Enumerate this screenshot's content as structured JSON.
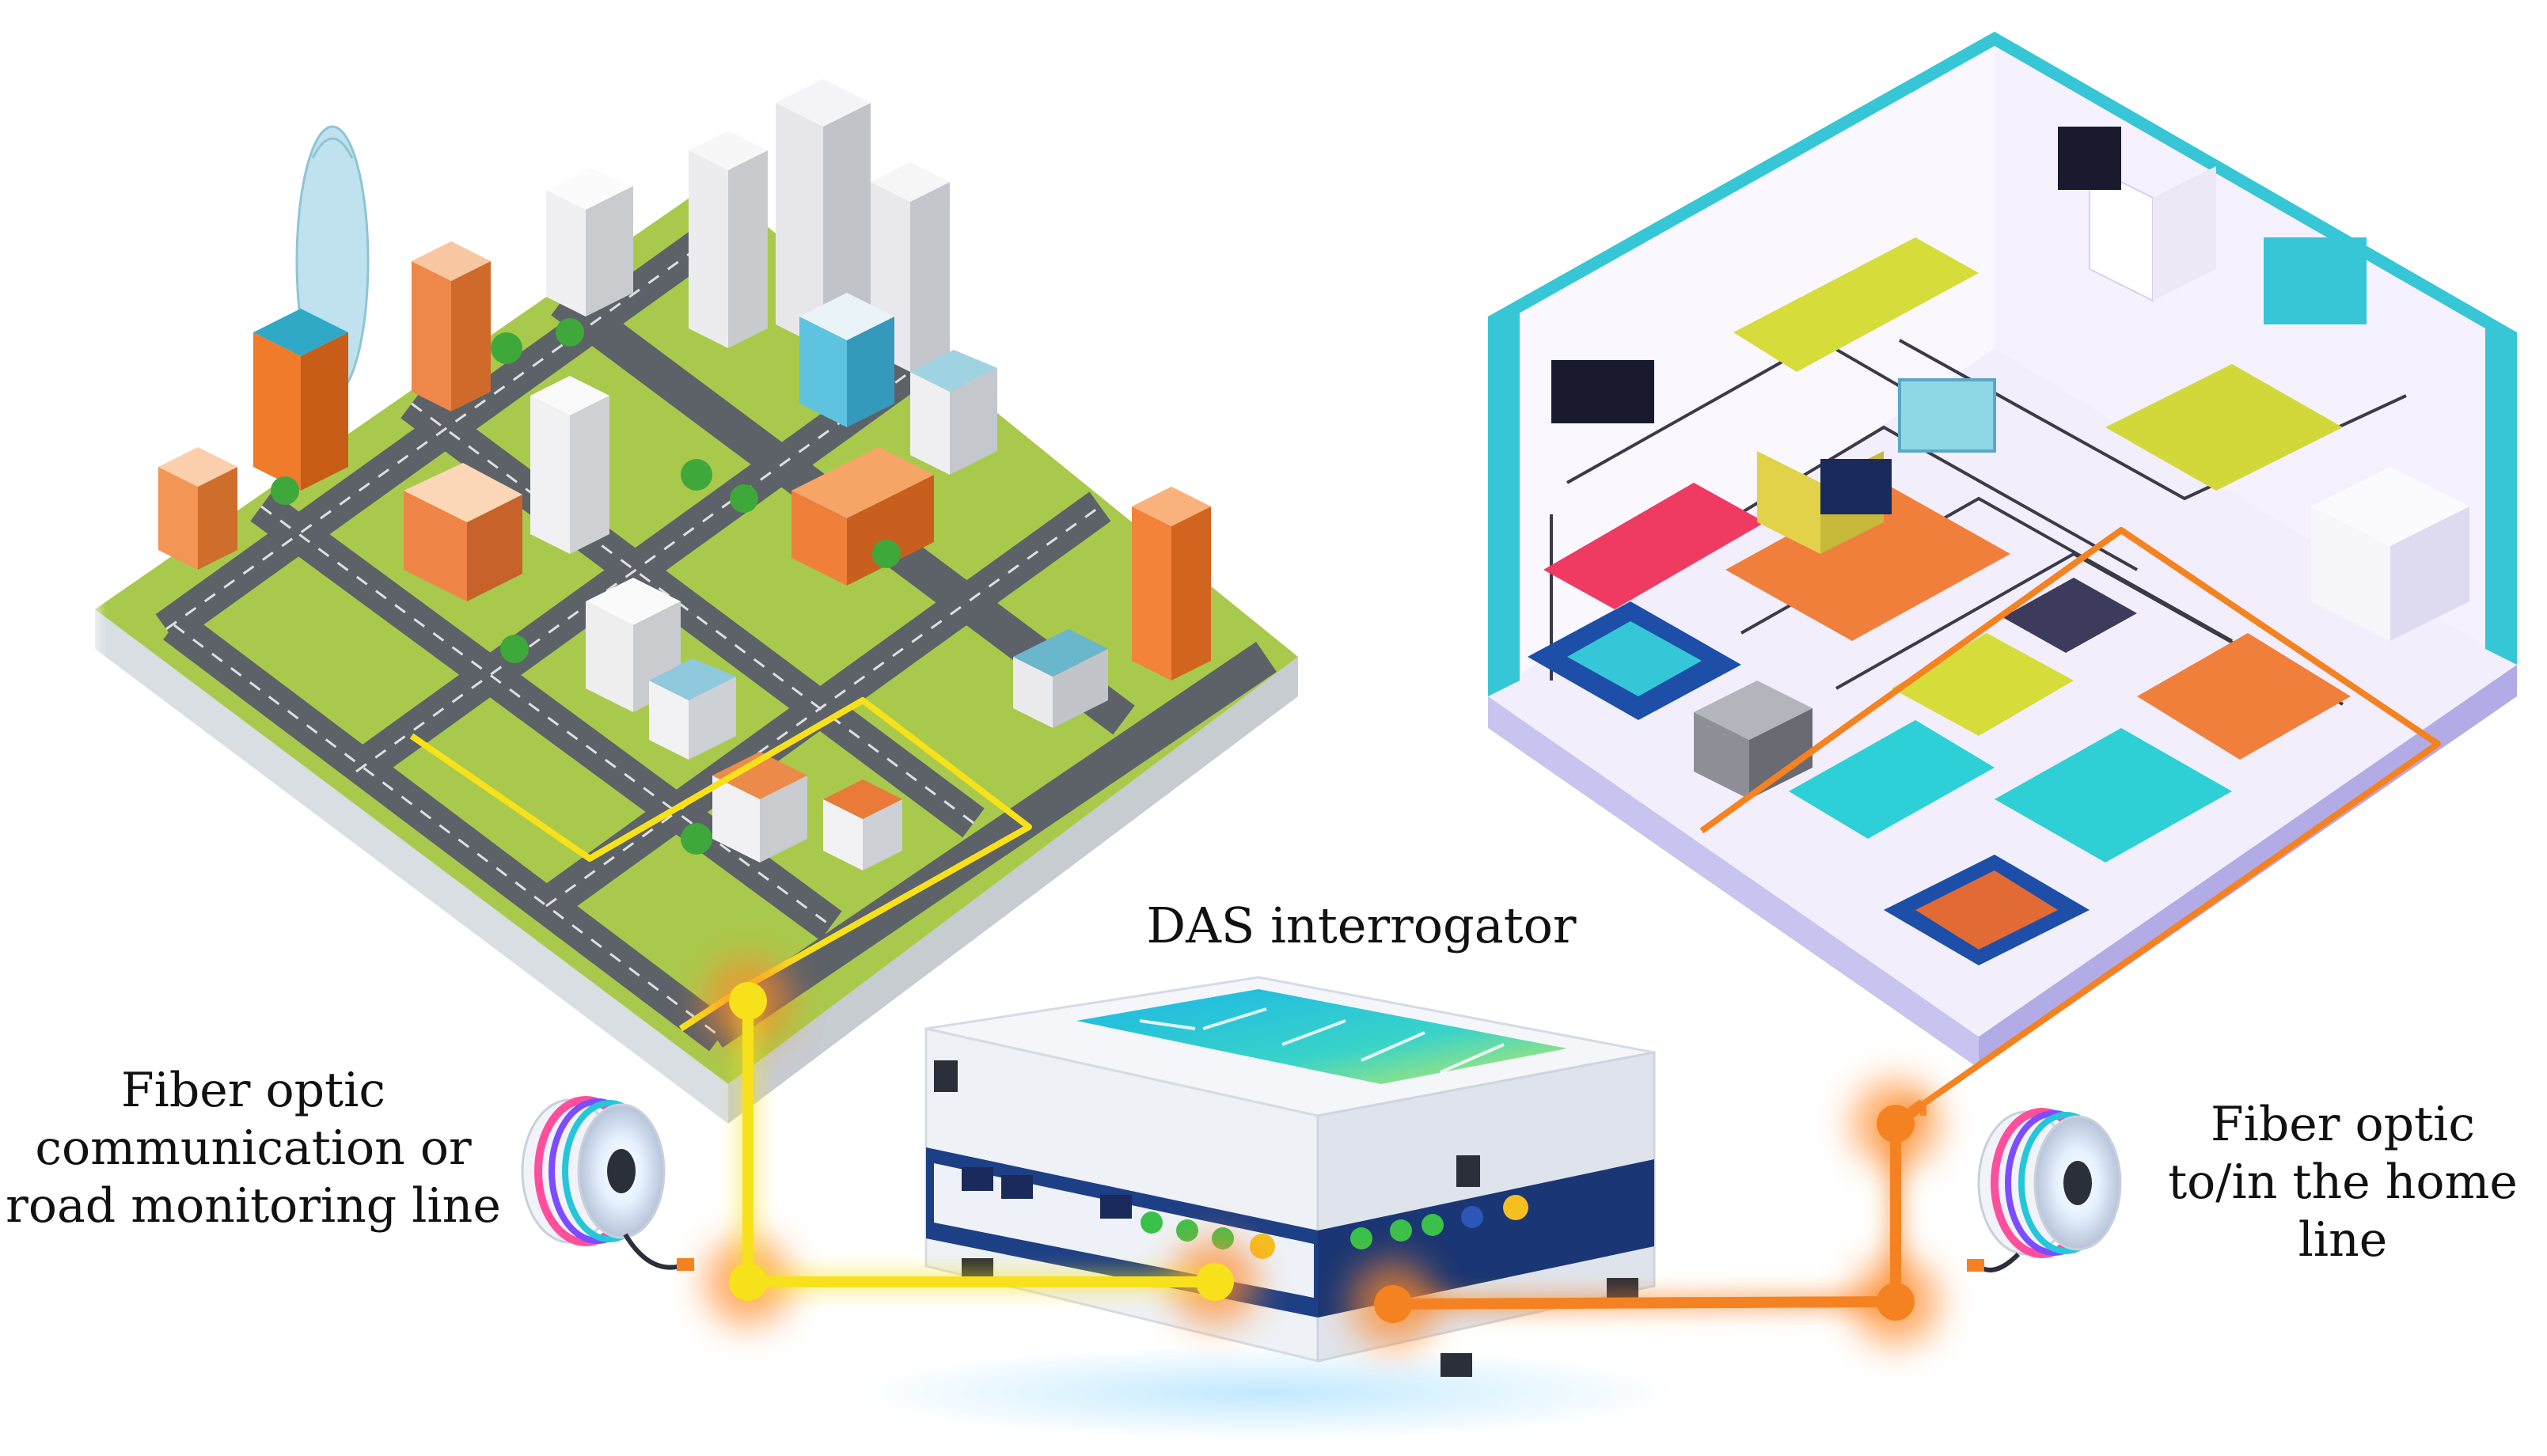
{
  "labels": {
    "interrogator": "DAS interrogator",
    "left_line": [
      "Fiber optic",
      "communication or",
      "road monitoring line"
    ],
    "right_line": [
      "Fiber optic",
      "to/in the home",
      "line"
    ]
  },
  "colors": {
    "city_fiber": "#f7e11a",
    "home_fiber": "#f58220",
    "fiber_glow": "#ff8a2a",
    "road": "#5d6168",
    "grass": "#a9c94d",
    "device_body": "#f4f6fa",
    "device_panel": "#1d3f86",
    "screen": "#2ec7d6",
    "floor": "#f2eefc",
    "wall": "#36c6d6",
    "house_wire": "#3a3a48"
  },
  "icons": {
    "cable_spool_left": "cable-reel-icon",
    "cable_spool_right": "cable-reel-icon",
    "connector": "fiber-node-icon"
  }
}
